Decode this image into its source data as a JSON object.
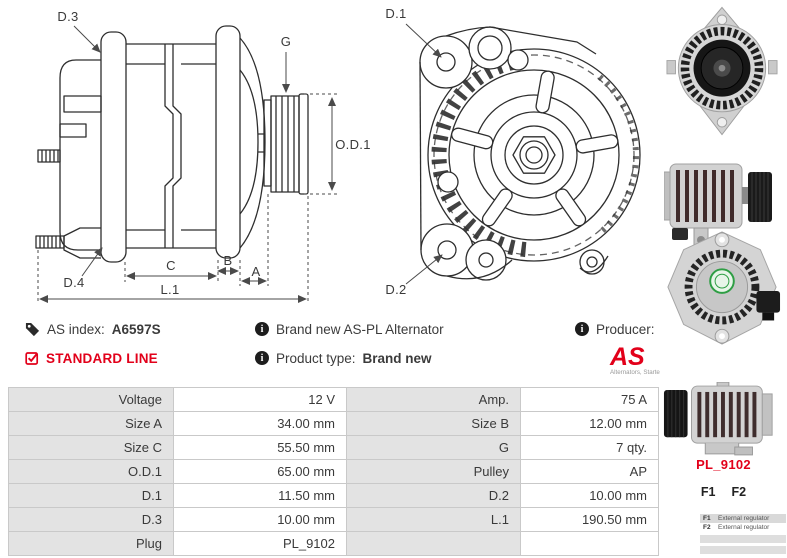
{
  "colors": {
    "brand_red": "#e2001a"
  },
  "drawing": {
    "side": {
      "d3": "D.3",
      "g": "G",
      "od1": "O.D.1",
      "d4": "D.4",
      "c": "C",
      "b": "B",
      "a": "A",
      "l1": "L.1"
    },
    "front": {
      "d1": "D.1",
      "d2": "D.2"
    }
  },
  "info": {
    "as_index_label": "AS index:",
    "as_index_value": "A6597S",
    "standard_line_label": "STANDARD LINE",
    "description": "Brand new AS-PL Alternator",
    "product_type_label": "Product type:",
    "product_type_value": "Brand new",
    "producer_label": "Producer:",
    "producer_value": "AS-PL",
    "logo_text": "AS",
    "logo_tagline": "Alternators, Starters & Parts"
  },
  "spec": {
    "rows": [
      {
        "c0": "Voltage",
        "c1": "12 V",
        "c2": "Amp.",
        "c3": "75 A"
      },
      {
        "c0": "Size A",
        "c1": "34.00 mm",
        "c2": "Size B",
        "c3": "12.00 mm"
      },
      {
        "c0": "Size C",
        "c1": "55.50 mm",
        "c2": "G",
        "c3": "7 qty."
      },
      {
        "c0": "O.D.1",
        "c1": "65.00 mm",
        "c2": "Pulley",
        "c3": "AP"
      },
      {
        "c0": "D.1",
        "c1": "11.50 mm",
        "c2": "D.2",
        "c3": "10.00 mm"
      },
      {
        "c0": "D.3",
        "c1": "10.00 mm",
        "c2": "L.1",
        "c3": "190.50 mm"
      },
      {
        "c0": "Plug",
        "c1": "PL_9102",
        "c2": "",
        "c3": ""
      }
    ]
  },
  "sidebar": {
    "plug_code": "PL_9102",
    "terminal_1": "F1",
    "terminal_2": "F2",
    "legend": [
      {
        "code": "F1",
        "desc": "External regulator"
      },
      {
        "code": "F2",
        "desc": "External regulator"
      }
    ]
  }
}
